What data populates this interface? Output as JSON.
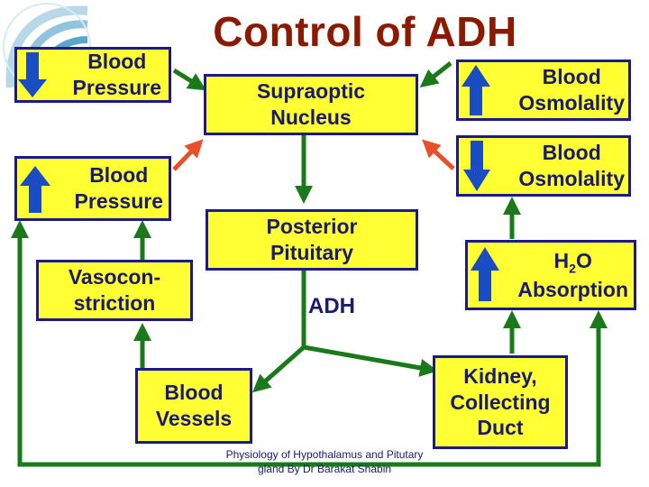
{
  "title": "Control of ADH",
  "colors": {
    "box_fill": "#ffff33",
    "box_border": "#1a1a8c",
    "text": "#1a1a6e",
    "title": "#8b1a00",
    "arrow_green": "#1a7a1a",
    "arrow_red": "#e8502a",
    "updown_arrow": "#1a4cc4"
  },
  "boxes": {
    "bp_down": {
      "label": "Blood\nPressure",
      "indicator": "down"
    },
    "bp_up": {
      "label": "Blood\nPressure",
      "indicator": "up"
    },
    "vasoconstriction": {
      "label": "Vasocon-\nstriction"
    },
    "supraoptic": {
      "label": "Supraoptic\nNucleus"
    },
    "posterior_pituitary": {
      "label": "Posterior\nPituitary"
    },
    "osm_up": {
      "label": "Blood\nOsmolality",
      "indicator": "up"
    },
    "osm_down": {
      "label": "Blood\nOsmolality",
      "indicator": "down"
    },
    "h2o": {
      "label_main": "H",
      "label_sub": "2",
      "label_tail": "O",
      "label_line2": "Absorption",
      "indicator": "up"
    },
    "blood_vessels": {
      "label": "Blood\nVessels"
    },
    "kidney": {
      "label": "Kidney,\nCollecting\nDuct"
    }
  },
  "adh_label": "ADH",
  "footer": "Physiology of Hypothalamus and Pitutary gland By Dr Barakat Shabin",
  "icons": {
    "logo": "swirl-logo-icon",
    "up": "up-arrow-icon",
    "down": "down-arrow-icon"
  }
}
